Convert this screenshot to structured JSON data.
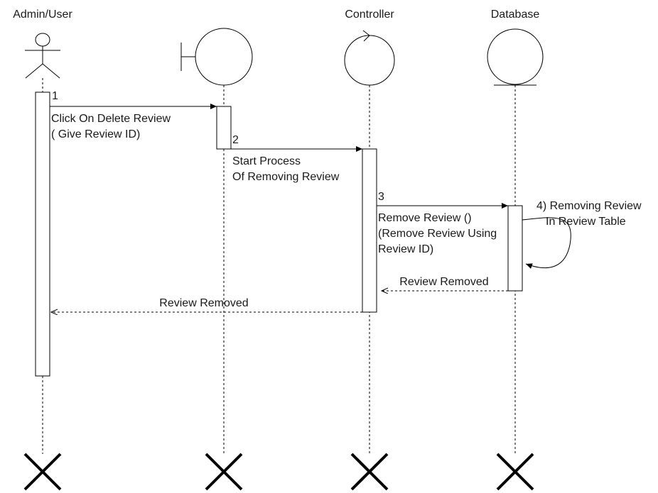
{
  "participants": {
    "actor": {
      "label": "Admin/User",
      "icon": "stick-figure-actor-icon"
    },
    "boundary": {
      "label": "",
      "icon": "boundary-icon"
    },
    "controller": {
      "label": "Controller",
      "icon": "control-icon"
    },
    "database": {
      "label": "Database",
      "icon": "entity-icon"
    }
  },
  "messages": {
    "m1": {
      "number": "1",
      "line1": "Click On Delete Review",
      "line2": "( Give Review ID)"
    },
    "m2": {
      "number": "2",
      "line1": "Start Process",
      "line2": "Of Removing Review"
    },
    "m3": {
      "number": "3",
      "line1": "Remove Review ()",
      "line2": "(Remove Review Using",
      "line3": "Review ID)"
    },
    "m4": {
      "line1": "4) Removing Review",
      "line2": "In Review Table"
    },
    "r1": {
      "label": "Review Removed"
    },
    "r2": {
      "label": "Review Removed"
    }
  },
  "terminators": {
    "icon": "destroy-x-icon"
  }
}
